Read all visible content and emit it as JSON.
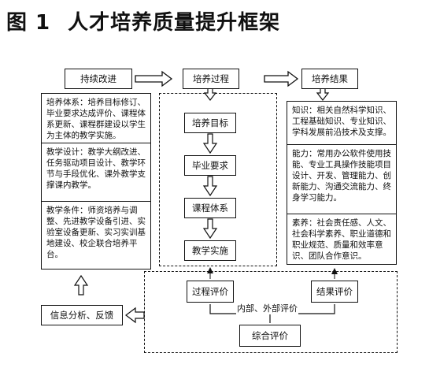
{
  "title": {
    "figure": "图 1",
    "text": "人才培养质量提升框架"
  },
  "top_boxes": {
    "continuous": "持续改进",
    "process": "培养过程",
    "result": "培养结果"
  },
  "left_sections": [
    "培养体系：培养目标修订、毕业要求达成评价、课程体系更新、课程群建设以学生为主体的教学实施。",
    "教学设计：教学大纲改进、任务驱动项目设计、教学环节与手段优化、课外教学支撑课内教学。",
    "教学条件：师资培养与调整、先进教学设备引进、实验室设备更新、实习实训基地建设、校企联合培养平台。"
  ],
  "process_steps": [
    "培养目标",
    "毕业要求",
    "课程体系",
    "教学实施"
  ],
  "right_sections": [
    "知识：相关自然科学知识、工程基础知识、专业知识、学科发展前沿技术及支撑。",
    "能力：常用办公软件使用技能、专业工具操作技能项目设计、开发、管理能力、创新能力、沟通交流能力、终身学习能力。",
    "素养：社会责任感、人文、社会科学素养、职业道德和职业规范、质量和效率意识、团队合作意识。"
  ],
  "evaluation": {
    "process_eval": "过程评价",
    "result_eval": "结果评价",
    "inner_outer": "内部、外部评价",
    "comprehensive": "综合评价"
  },
  "feedback": "信息分析、反馈"
}
